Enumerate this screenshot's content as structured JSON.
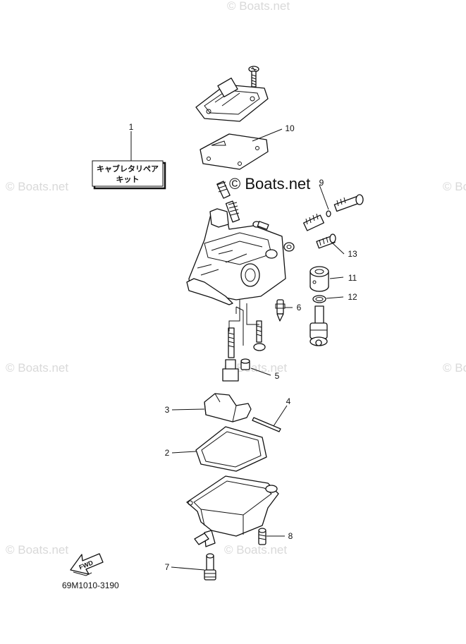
{
  "watermark": "© Boats.net",
  "brand": "© Boats.net",
  "kit_label": [
    "キャブレタリペア",
    "キット"
  ],
  "diagram_code": "69M1010-3190",
  "fwd_label": "FWD",
  "callouts": [
    "1",
    "2",
    "3",
    "4",
    "5",
    "6",
    "7",
    "8",
    "9",
    "10",
    "11",
    "12",
    "13"
  ]
}
